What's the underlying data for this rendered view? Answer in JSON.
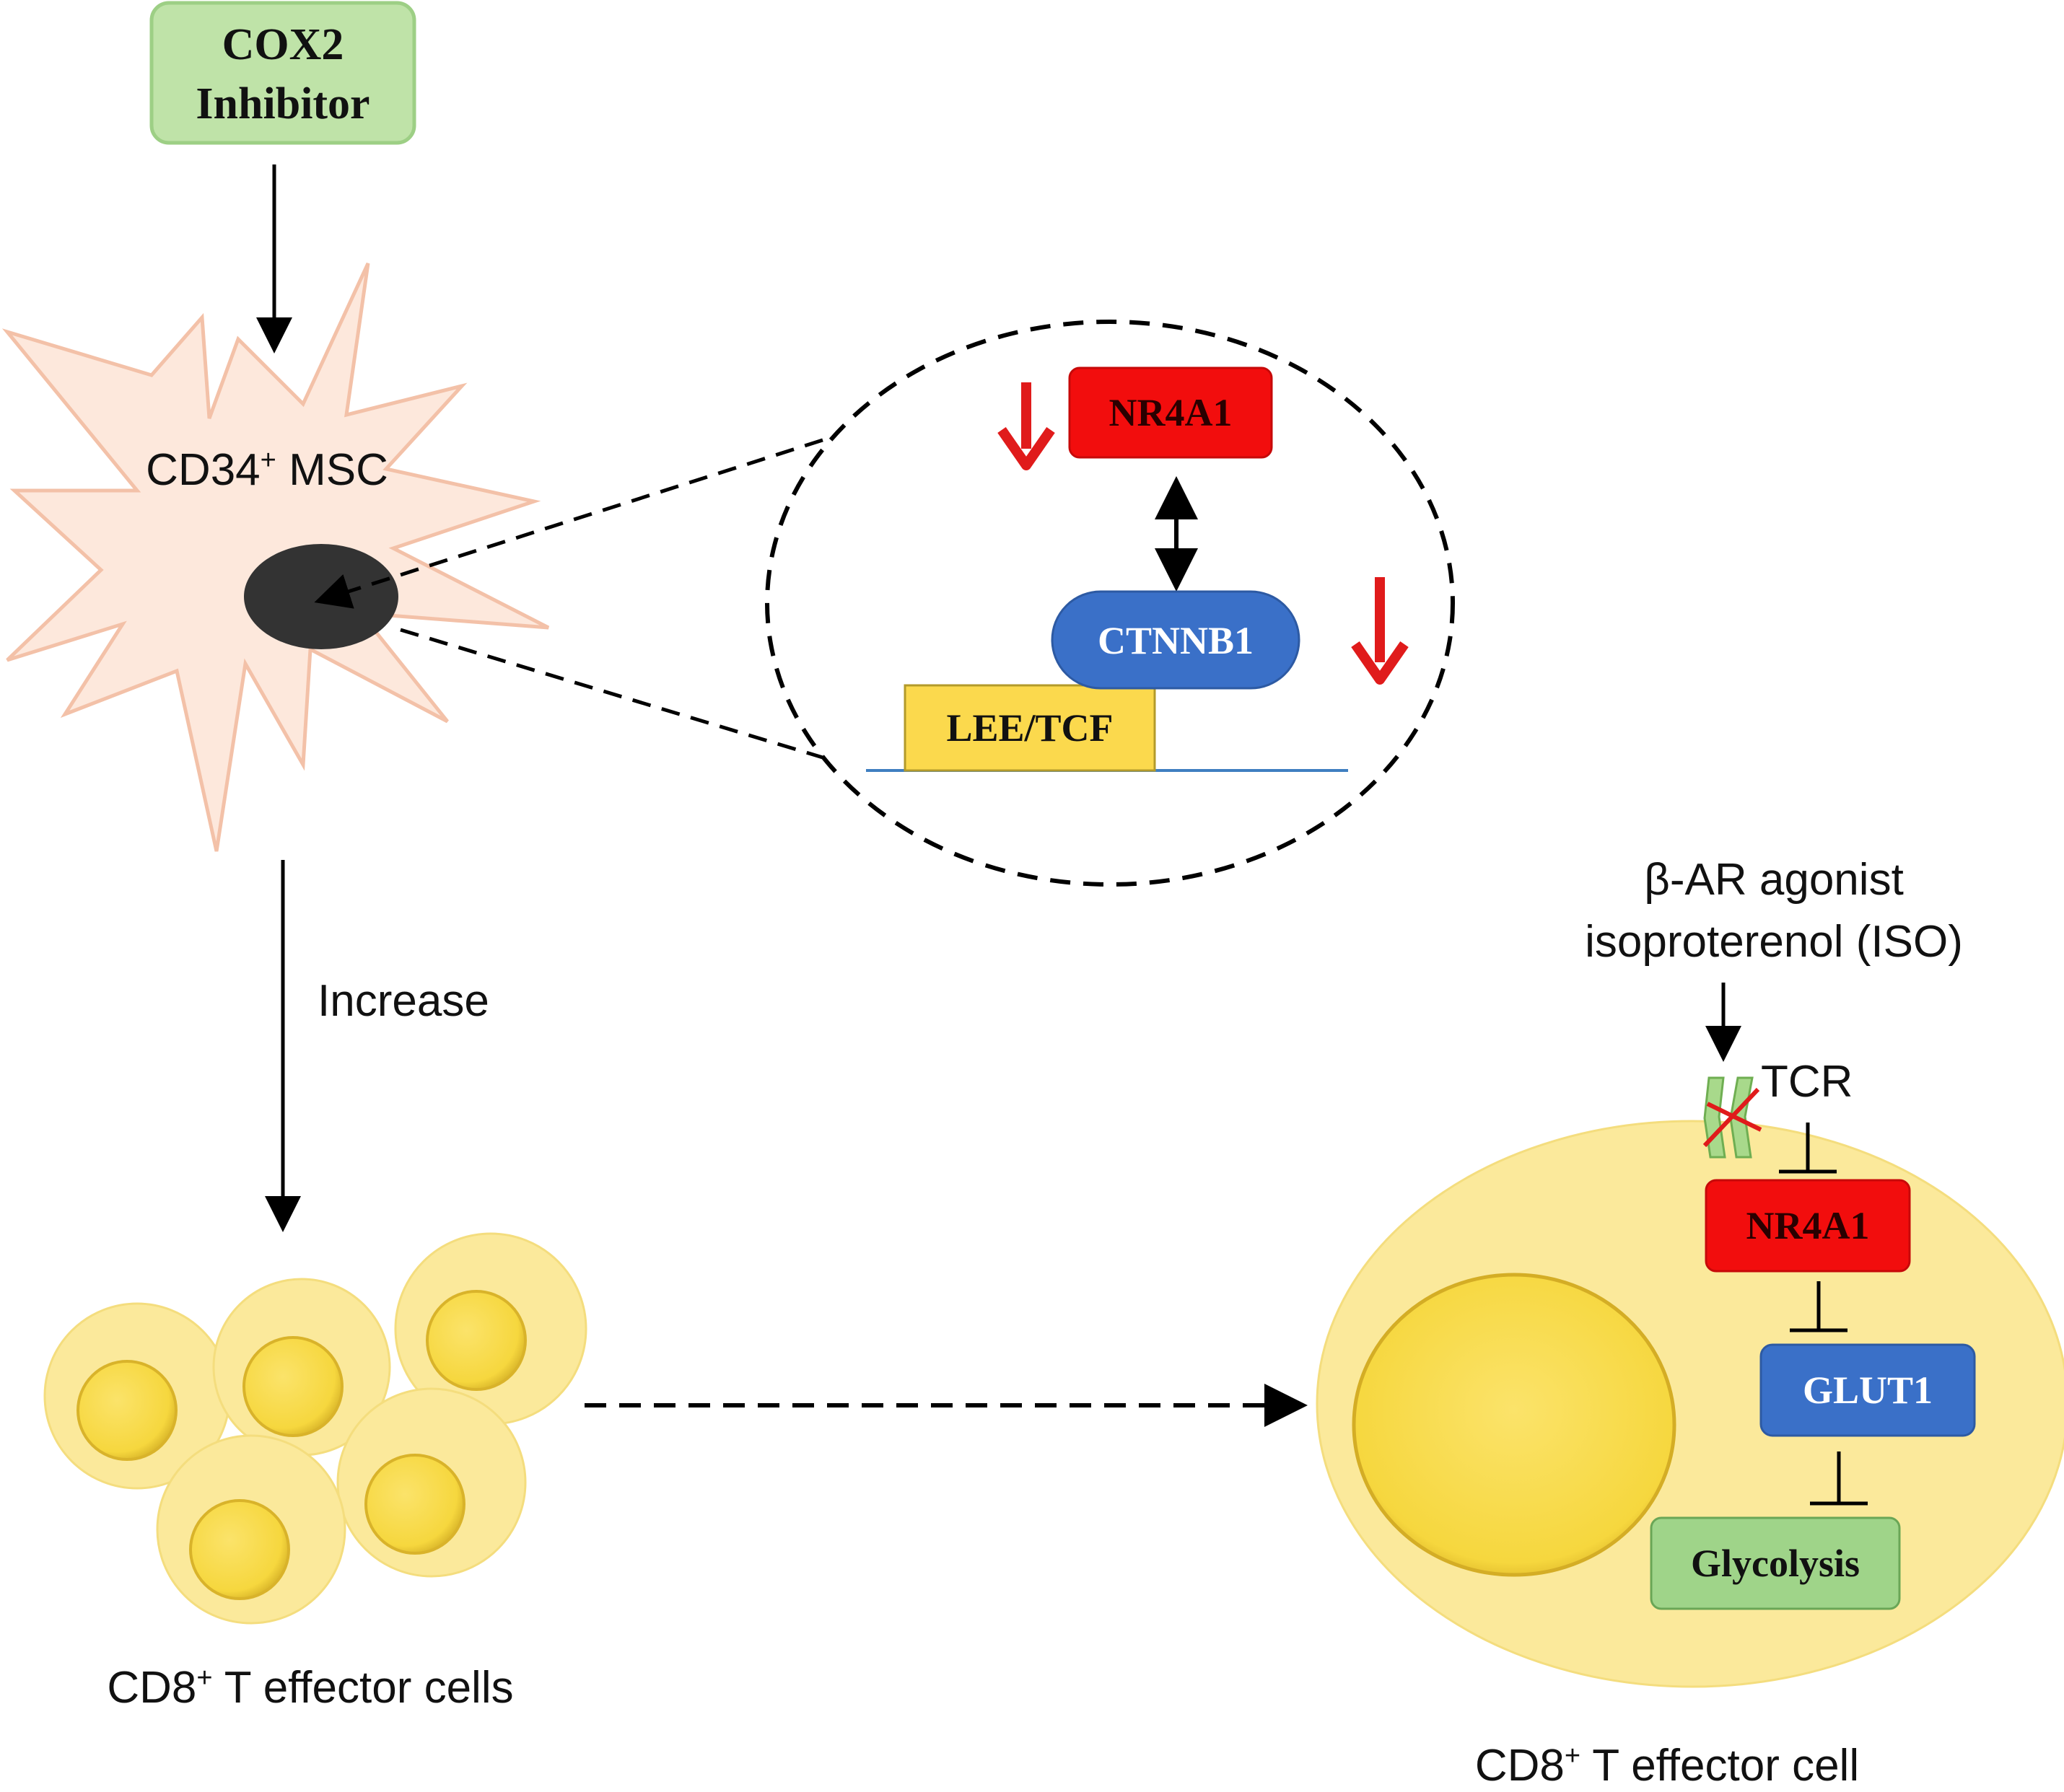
{
  "colors": {
    "inhibitor_fill": "#bfe3a8",
    "inhibitor_stroke": "#9dcf85",
    "msc_fill": "#fde8dc",
    "msc_stroke": "#f3c1a8",
    "nucleus_dark": "#333333",
    "nr4a1_red": "#f20d0d",
    "down_arrow_red": "#e01b1b",
    "ctnnb1_blue": "#3a70c8",
    "lee_yellow": "#fbd94d",
    "dna_line": "#3f7fc0",
    "cell_outer": "#fbe99b",
    "cell_inner": "#f7da45",
    "glycolysis_fill": "#9fd489",
    "receptor_green": "#a8d98b"
  },
  "labels": {
    "cox2_line1": "COX2",
    "cox2_line2": "Inhibitor",
    "msc_prefix": "CD34",
    "msc_sup": "+",
    "msc_suffix": " MSC",
    "nr4a1_top": "NR4A1",
    "ctnnb1": "CTNNB1",
    "lee_tcf": "LEE/TCF",
    "increase": "Increase",
    "cd8_cells_prefix": "CD8",
    "cd8_cells_sup": "+",
    "cd8_cells_suffix": " T effector cells",
    "agonist_line1": "β-AR agonist",
    "agonist_line2": "isoproterenol (ISO)",
    "tcr": "TCR",
    "nr4a1_bottom": "NR4A1",
    "glut1": "GLUT1",
    "glycolysis": "Glycolysis",
    "cd8_cell_prefix": "CD8",
    "cd8_cell_sup": "+",
    "cd8_cell_suffix": " T effector cell"
  }
}
